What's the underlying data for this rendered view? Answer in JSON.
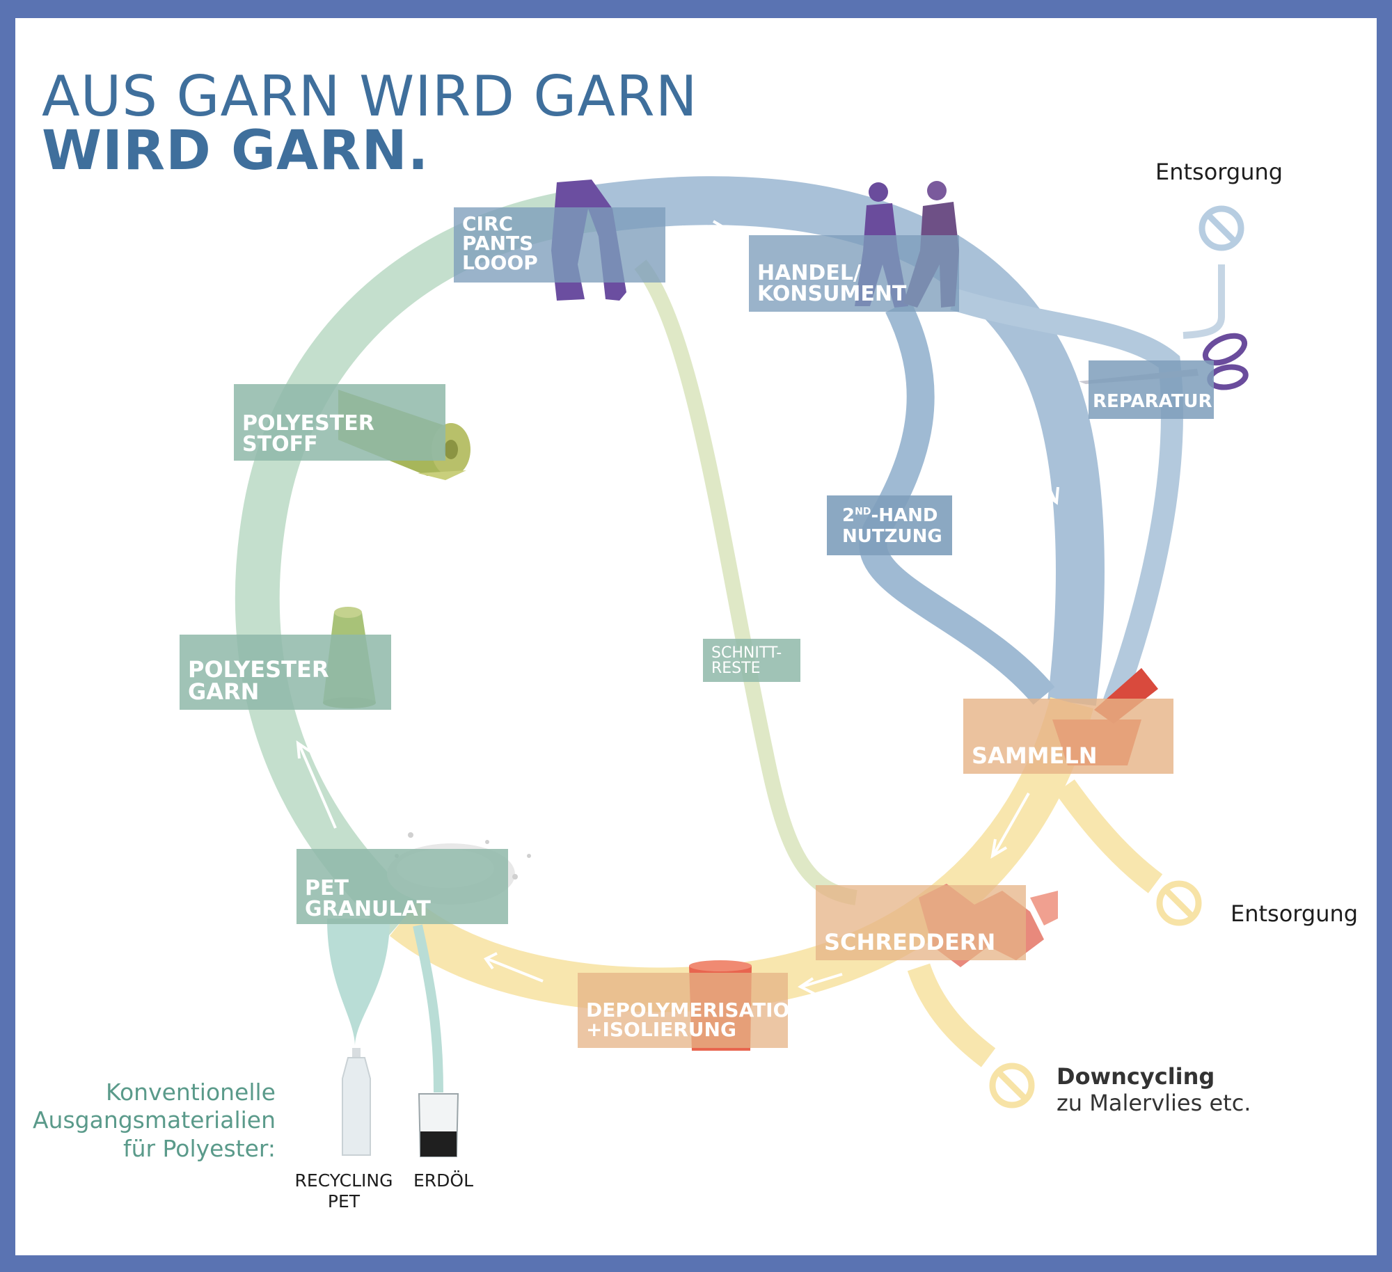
{
  "title": {
    "line1": "AUS GARN WIRD GARN",
    "line2": "WIRD GARN."
  },
  "stages": {
    "circ_pants": [
      "CIRC",
      "PANTS",
      "LOOOP"
    ],
    "handel": [
      "HANDEL/",
      "KONSUMENT"
    ],
    "reparatur": "REPARATUR",
    "secondhand_line1_base": "2",
    "secondhand_line1_sup": "ND",
    "secondhand_line1_rest": "-HAND",
    "secondhand_line2": "NUTZUNG",
    "schnittreste": [
      "SCHNITT-",
      "RESTE"
    ],
    "sammeln": "SAMMELN",
    "schreddern": "SCHREDDERN",
    "depolymerisation": [
      "DEPOLYMERISATION",
      "+ISOLIERUNG"
    ],
    "pet_granulat": [
      "PET",
      "GRANULAT"
    ],
    "polyester_garn": [
      "POLYESTER",
      "GARN"
    ],
    "polyester_stoff": [
      "POLYESTER",
      "STOFF"
    ]
  },
  "outputs": {
    "entsorgung_top": "Entsorgung",
    "entsorgung_right": "Entsorgung",
    "downcycling_title": "Downcycling",
    "downcycling_sub": "zu Malervlies etc."
  },
  "inputs": {
    "note": [
      "Konventionelle",
      "Ausgangsmaterialien",
      "für Polyester:"
    ],
    "recycling_pet": [
      "RECYCLING",
      "PET"
    ],
    "erdoel": "ERDÖL"
  },
  "colors": {
    "blue_flow": "#9fbad3",
    "green_flow": "#bfdcc8",
    "yellow_flow": "#f7e3a6",
    "teal_flow": "#b9ddd6",
    "title": "#3f6f9c",
    "label_blue": "#7e9ebb",
    "label_green": "#8fb9a9",
    "label_orange": "#e6b386",
    "purple": "#6a4c9c",
    "red": "#e0574a"
  }
}
